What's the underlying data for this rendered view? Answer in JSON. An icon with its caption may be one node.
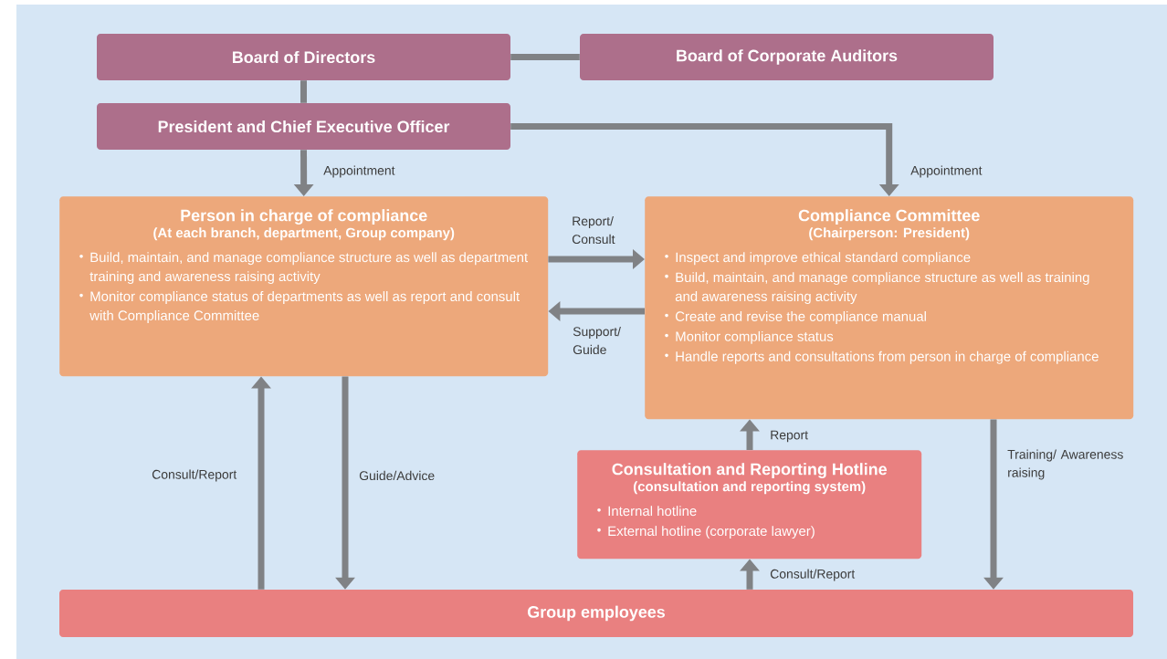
{
  "diagram": {
    "nodes": [
      {
        "text": [
          "Board of Directors"
        ]
      },
      {
        "text": [
          "Board of Corporate Auditors"
        ]
      },
      {
        "text": [
          "President and Chief Executive Officer"
        ]
      },
      {
        "text": [
          "Person in charge of compliance",
          "(At each branch, department, Group company)",
          "Build, maintain, and manage compliance structure as well as department training and awareness raising activity",
          "Monitor compliance status of departments as well as report and consult with Compliance Committee"
        ]
      },
      {
        "text": [
          "Compliance Committee",
          "(Chairperson: President)",
          "Inspect and improve ethical standard compliance",
          "Build, maintain, and manage compliance structure as well as training and awareness raising activity",
          "Create and revise the compliance manual",
          "Monitor compliance status",
          "Handle reports and consultations from person in charge of compliance"
        ]
      },
      {
        "text": [
          "Consultation and Reporting Hotline",
          "(consultation and reporting system)",
          "Internal hotline",
          "External hotline (corporate lawyer)"
        ]
      },
      {
        "text": [
          "Group employees"
        ]
      }
    ],
    "edges": [
      {
        "from": 0,
        "to": 1,
        "arrow": "none"
      },
      {
        "from": 0,
        "to": 2,
        "arrow": "none"
      },
      {
        "from": 2,
        "to": 3,
        "arrow": "to",
        "label": "Appointment"
      },
      {
        "from": 2,
        "to": 4,
        "arrow": "to",
        "label": "Appointment"
      },
      {
        "from": 3,
        "to": 4,
        "arrow": "to",
        "label": "Report/ Consult"
      },
      {
        "from": 4,
        "to": 3,
        "arrow": "to",
        "label": "Support/ Guide"
      },
      {
        "from": 6,
        "to": 3,
        "arrow": "to",
        "label": "Consult/Report"
      },
      {
        "from": 3,
        "to": 6,
        "arrow": "to",
        "label": "Guide/Advice"
      },
      {
        "from": 5,
        "to": 4,
        "arrow": "to",
        "label": "Report"
      },
      {
        "from": 6,
        "to": 5,
        "arrow": "to",
        "label": "Consult/Report"
      },
      {
        "from": 4,
        "to": 6,
        "arrow": "to",
        "label": "Training/ Awareness raising"
      }
    ]
  }
}
